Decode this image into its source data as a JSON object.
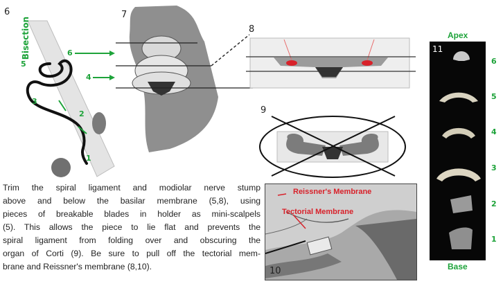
{
  "top_cut_text": "",
  "panel6": {
    "number": "6",
    "bisection_label": "Bisection",
    "labels": [
      "6",
      "5",
      "4",
      "3",
      "2",
      "1"
    ]
  },
  "panel7": {
    "number": "7"
  },
  "panel8": {
    "number": "8"
  },
  "panel9": {
    "number": "9"
  },
  "panel10": {
    "number": "10",
    "reissner_label": "Reissner's Membrane",
    "tectorial_label": "Tectorial Membrane"
  },
  "panel11": {
    "number": "11",
    "apex_label": "Apex",
    "base_label": "Base",
    "piece_labels": [
      "6",
      "5",
      "4",
      "3",
      "2",
      "1"
    ]
  },
  "caption": {
    "lines": [
      "Trim the spiral ligament and modiolar nerve stump",
      "above and below the basilar membrane (5,8), using",
      "pieces of breakable blades in holder as mini-scalpels",
      "(5).  This allows the piece to lie flat and prevents the",
      "spiral ligament from folding over and obscuring the",
      "organ of Corti (9).  Be sure to pull off the tectorial mem-",
      "brane and Reissner's membrane (8,10)."
    ]
  },
  "colors": {
    "green": "#1ea33a",
    "red": "#d8212a",
    "tissue_gray": "#9a9a9a"
  }
}
